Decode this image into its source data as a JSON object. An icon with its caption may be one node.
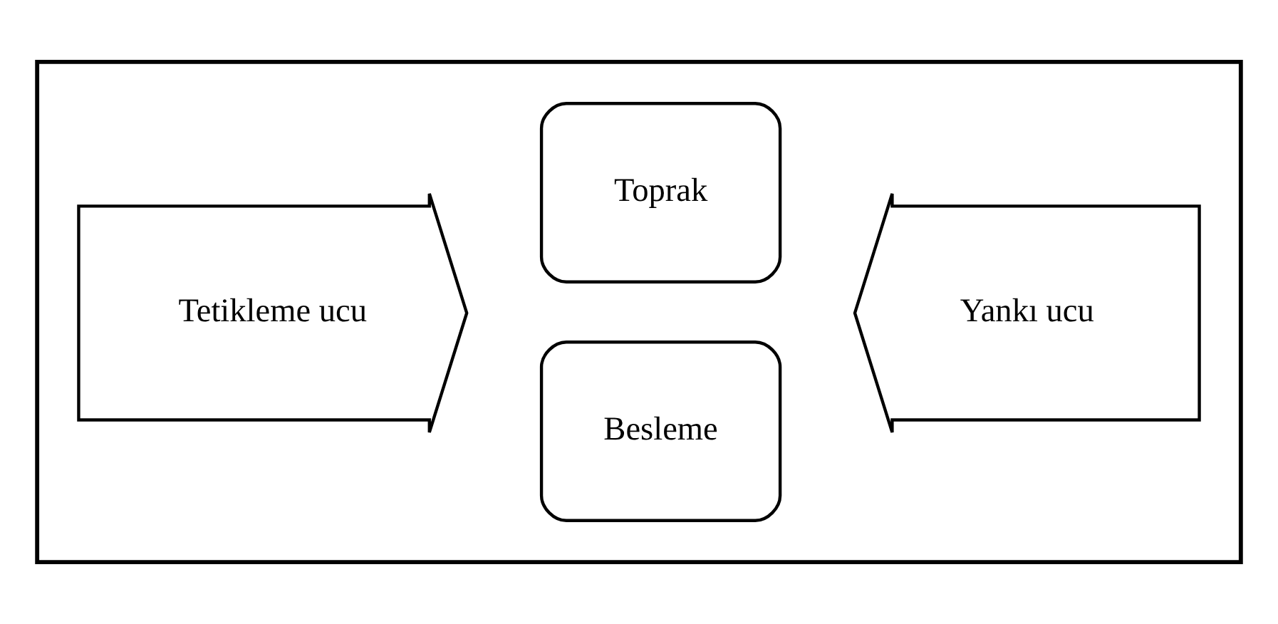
{
  "diagram": {
    "nodes": [
      {
        "text": [],
        "shape": "box"
      },
      {
        "text": [
          "Tetikleme ucu"
        ],
        "in": 0
      },
      {
        "text": [
          "Besleme"
        ],
        "in": 0
      },
      {
        "text": [
          "Toprak"
        ],
        "in": 0
      },
      {
        "text": [
          "Yankı ucu"
        ],
        "in": 0
      }
    ],
    "edges": []
  }
}
